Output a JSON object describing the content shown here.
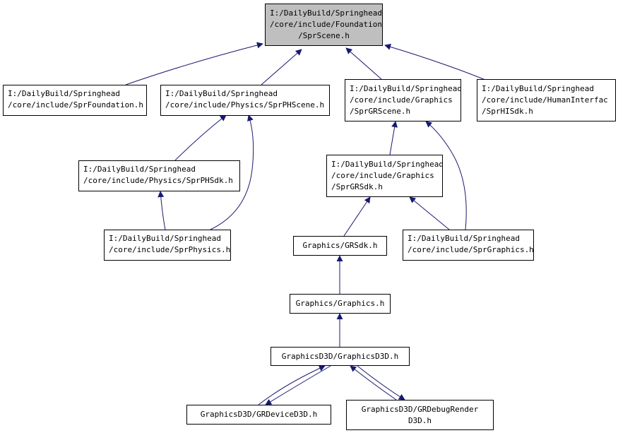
{
  "colors": {
    "edge": "#191970",
    "root_fill": "#bfbfbf",
    "node_fill": "#ffffff",
    "border": "#000000"
  },
  "nodes": {
    "root": {
      "lines": [
        "I:/DailyBuild/Springhead",
        "/core/include/Foundation",
        "/SprScene.h"
      ]
    },
    "spr_foundation": {
      "lines": [
        "I:/DailyBuild/Springhead",
        "/core/include/SprFoundation.h"
      ]
    },
    "spr_phscene": {
      "lines": [
        "I:/DailyBuild/Springhead",
        "/core/include/Physics/SprPHScene.h"
      ]
    },
    "spr_grscene": {
      "lines": [
        "I:/DailyBuild/Springhead",
        "/core/include/Graphics",
        "/SprGRScene.h"
      ]
    },
    "spr_hisdk": {
      "lines": [
        "I:/DailyBuild/Springhead",
        "/core/include/HumanInterfac",
        "/SprHISdk.h"
      ]
    },
    "spr_phsdk": {
      "lines": [
        "I:/DailyBuild/Springhead",
        "/core/include/Physics/SprPHSdk.h"
      ]
    },
    "spr_grsdk": {
      "lines": [
        "I:/DailyBuild/Springhead",
        "/core/include/Graphics",
        "/SprGRSdk.h"
      ]
    },
    "spr_physics": {
      "lines": [
        "I:/DailyBuild/Springhead",
        "/core/include/SprPhysics.h"
      ]
    },
    "grsdk": {
      "lines": [
        "Graphics/GRSdk.h"
      ]
    },
    "spr_graphics": {
      "lines": [
        "I:/DailyBuild/Springhead",
        "/core/include/SprGraphics.h"
      ]
    },
    "graphics": {
      "lines": [
        "Graphics/Graphics.h"
      ]
    },
    "graphicsd3d": {
      "lines": [
        "GraphicsD3D/GraphicsD3D.h"
      ]
    },
    "grdeviced3d": {
      "lines": [
        "GraphicsD3D/GRDeviceD3D.h"
      ]
    },
    "grdebugrenderd3d": {
      "lines": [
        "GraphicsD3D/GRDebugRender",
        "D3D.h"
      ]
    }
  }
}
